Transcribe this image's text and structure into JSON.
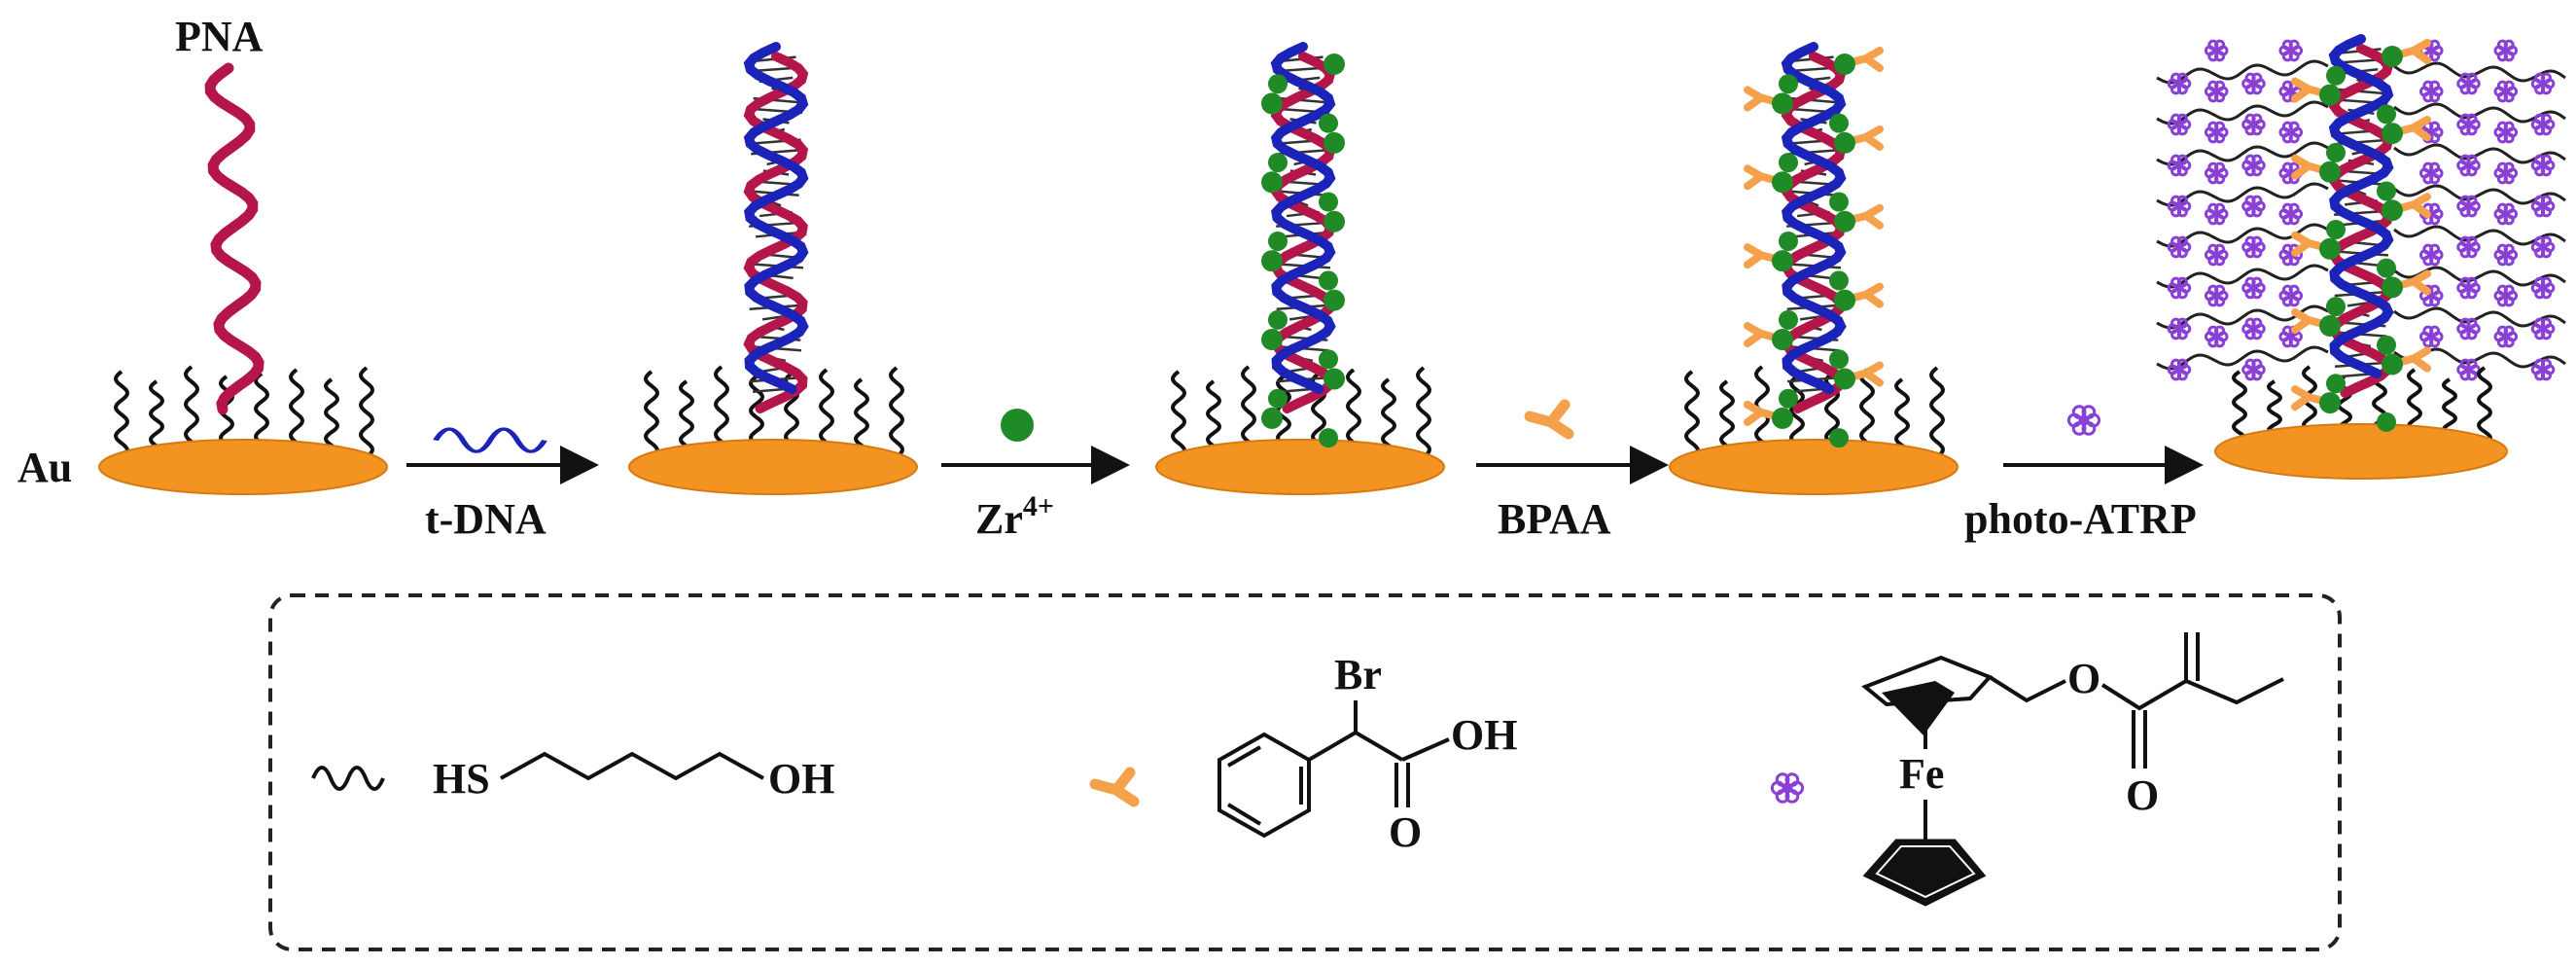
{
  "labels": {
    "pna": "PNA",
    "au": "Au",
    "step1": "t-DNA",
    "step2_base": "Zr",
    "step2_sup": "4+",
    "step3": "BPAA",
    "step4": "photo-ATRP"
  },
  "legend": {
    "thiol_left": "HS",
    "thiol_right": "OH",
    "bpaa_br": "Br",
    "bpaa_oh": "OH",
    "bpaa_o": "O",
    "fc_fe": "Fe",
    "fc_o1": "O",
    "fc_o2": "O"
  },
  "colors": {
    "gold": "#f39321",
    "gold_dark": "#d47a10",
    "pna": "#b5164a",
    "dna": "#1c23b8",
    "zr": "#1f8a26",
    "bpaa": "#f5a04a",
    "monomer": "#8a3fd6"
  }
}
